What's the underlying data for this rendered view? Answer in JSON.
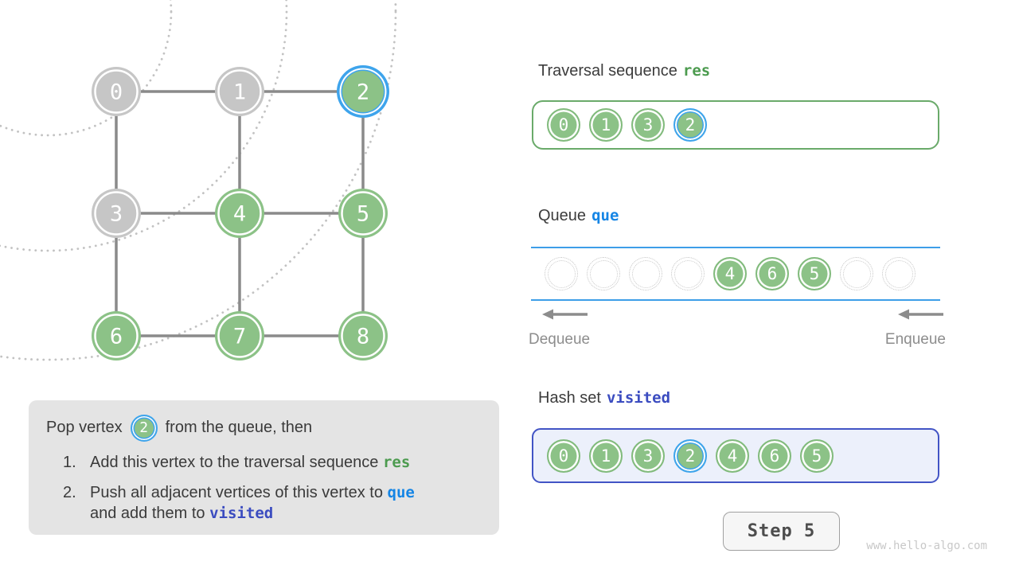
{
  "graph": {
    "nodes": [
      {
        "label": "0",
        "state": "processed"
      },
      {
        "label": "1",
        "state": "processed"
      },
      {
        "label": "2",
        "state": "current"
      },
      {
        "label": "3",
        "state": "processed"
      },
      {
        "label": "4",
        "state": "frontier"
      },
      {
        "label": "5",
        "state": "frontier"
      },
      {
        "label": "6",
        "state": "frontier"
      },
      {
        "label": "7",
        "state": "frontier"
      },
      {
        "label": "8",
        "state": "frontier"
      }
    ]
  },
  "explanation": {
    "prefix": "Pop vertex",
    "vertex": "2",
    "suffix": "from the queue, then",
    "items": [
      {
        "num": "1.",
        "text": "Add this vertex to the traversal sequence",
        "keyword": "res"
      },
      {
        "num": "2.",
        "text": "Push all adjacent vertices of this vertex to",
        "keyword": "que",
        "text2": "and add them to",
        "keyword2": "visited"
      }
    ]
  },
  "panels": {
    "traversal": {
      "title": "Traversal sequence",
      "var": "res",
      "items": [
        "0",
        "1",
        "3",
        "2"
      ],
      "highlighted": "2"
    },
    "queue": {
      "title": "Queue",
      "var": "que",
      "slots": [
        "",
        "",
        "",
        "",
        "4",
        "6",
        "5",
        "",
        ""
      ],
      "dequeue_label": "Dequeue",
      "enqueue_label": "Enqueue"
    },
    "visited": {
      "title": "Hash set",
      "var": "visited",
      "items": [
        "0",
        "1",
        "3",
        "2",
        "4",
        "6",
        "5"
      ],
      "highlighted": "2"
    }
  },
  "step": {
    "label": "Step 5"
  },
  "watermark": "www.hello-algo.com",
  "colors": {
    "node_green": "#8cc287",
    "node_gray": "#c6c6c6",
    "current_blue": "#3ea4ec",
    "res_green": "#4c9b4f",
    "que_blue": "#1585e5",
    "visited_indigo": "#3b4cc0",
    "queue_line_blue": "#3d9ee8",
    "edge_gray": "#8a8a8a"
  }
}
